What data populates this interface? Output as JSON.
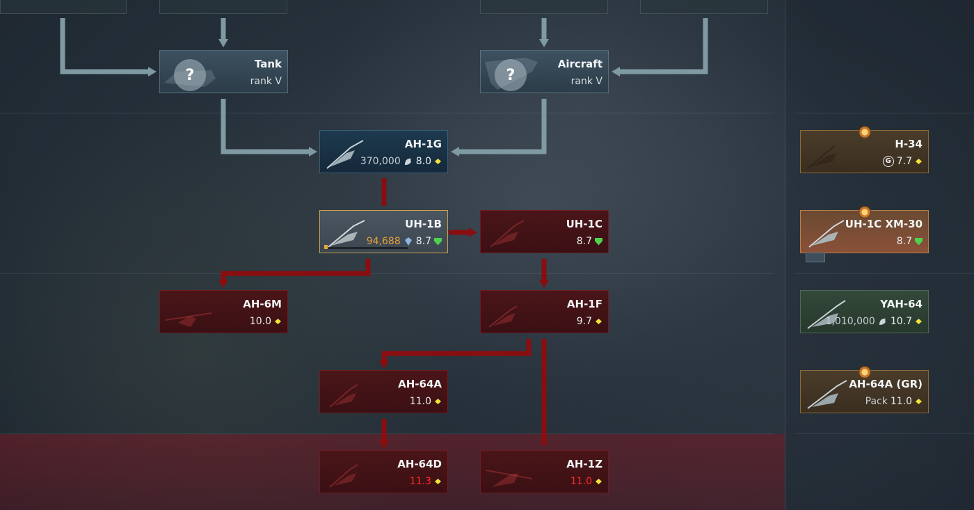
{
  "tech_tree": {
    "requirements": [
      {
        "name": "Tank",
        "rank": "rank V"
      },
      {
        "name": "Aircraft",
        "rank": "rank V"
      }
    ],
    "vehicles": {
      "ah1g": {
        "name": "AH-1G",
        "cost": "370,000",
        "br": "8.0"
      },
      "uh1b": {
        "name": "UH-1B",
        "rp": "94,688",
        "br": "8.7",
        "progress": 0.0
      },
      "uh1c": {
        "name": "UH-1C",
        "br": "8.7"
      },
      "ah6m": {
        "name": "AH-6M",
        "br": "10.0"
      },
      "ah1f": {
        "name": "AH-1F",
        "br": "9.7"
      },
      "ah64a": {
        "name": "AH-64A",
        "br": "11.0"
      },
      "ah64d": {
        "name": "AH-64D",
        "br": "11.3"
      },
      "ah1z": {
        "name": "AH-1Z",
        "br": "11.0"
      }
    },
    "premium": {
      "h34": {
        "name": "H-34",
        "br": "7.7"
      },
      "uh1c_xm30": {
        "name": "UH-1C XM-30",
        "br": "8.7"
      },
      "yah64": {
        "name": "YAH-64",
        "cost": "1,010,000",
        "br": "10.7"
      },
      "ah64a_gr": {
        "name": "AH-64A (GR)",
        "tag": "Pack",
        "br": "11.0"
      }
    }
  },
  "colors": {
    "arrow_grey": "#7f9aa2",
    "arrow_red": "#8a0d10",
    "br_red": "#ff2b2b"
  }
}
